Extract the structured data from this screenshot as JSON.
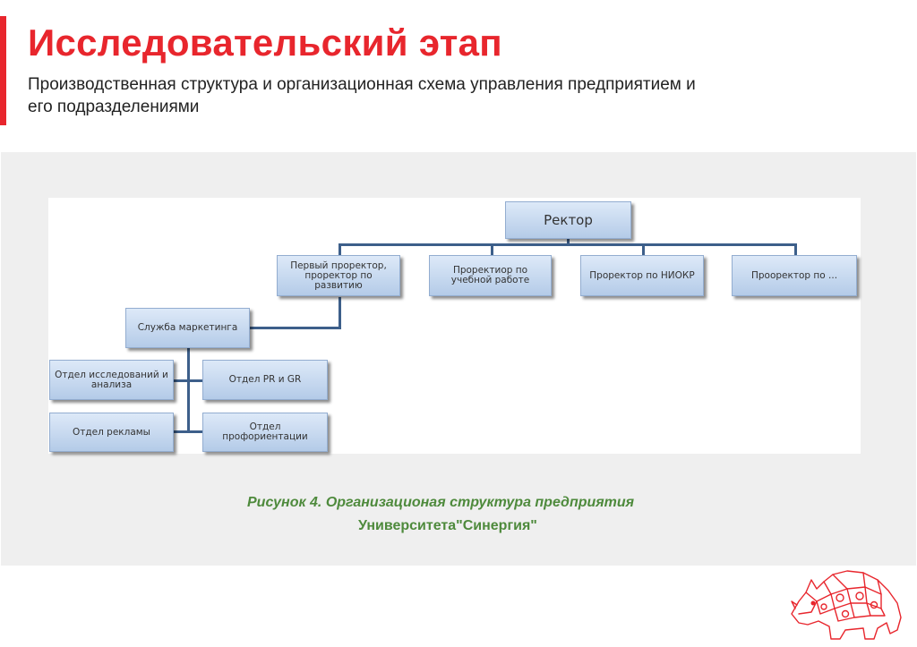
{
  "slide": {
    "title": "Исследовательский этап",
    "subtitle": "Производственная структура и организационная схема управления предприятием и его подразделениями"
  },
  "org_chart": {
    "rector": "Ректор",
    "first_prorector": "Первый проректор, проректор по развитию",
    "prorector_education": "Проректиор по учебной работе",
    "prorector_niokr": "Проректор по НИОКР",
    "prorector_other": "Прооректор по ...",
    "marketing": "Служба маркетинга",
    "dept_research": "Отдел исследований и анализа",
    "dept_pr": "Отдел PR и GR",
    "dept_ads": "Отдел рекламы",
    "dept_career": "Отдел профориентации"
  },
  "caption": {
    "line1": "Рисунок 4. Организационая структура предприятия",
    "line2": "Университета\"Синергия\""
  },
  "colors": {
    "accent": "#e8262d",
    "caption": "#4e8a3c",
    "connector": "#3d5f8a",
    "box_fill": "#c6d8ef"
  }
}
